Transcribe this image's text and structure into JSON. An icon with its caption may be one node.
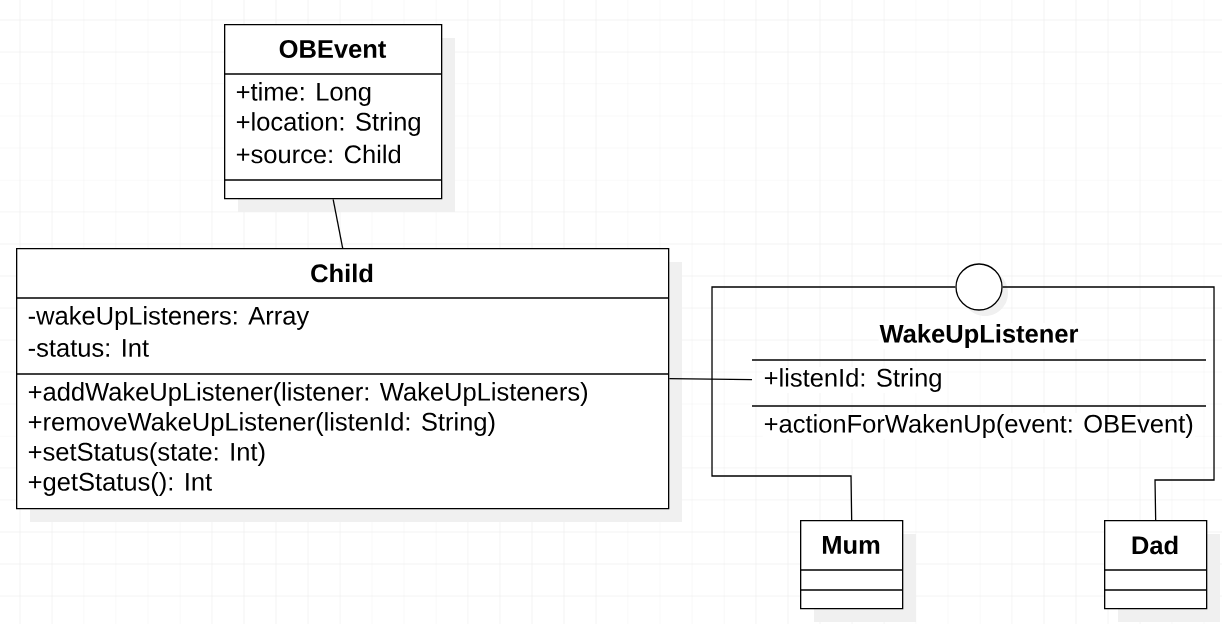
{
  "diagram": {
    "nodes": [
      {
        "text": [
          "OBEvent",
          "+time: Long",
          "+location: String",
          "+source: Child"
        ]
      },
      {
        "text": [
          "Child",
          "-wakeUpListeners: Array",
          "-status: Int",
          "+addWakeUpListener(listener: WakeUpListeners)",
          "+removeWakeUpListener(listenId: String)",
          "+setStatus(state: Int)",
          "+getStatus(): Int"
        ]
      },
      {
        "text": [],
        "shape": "circle"
      },
      {
        "text": [
          "WakeUpListener",
          "+listenId: String",
          "+actionForWakenUp(event: OBEvent)"
        ]
      },
      {
        "text": [
          "Mum"
        ]
      },
      {
        "text": [
          "Dad"
        ]
      }
    ],
    "edges": [
      {
        "from": 0,
        "to": 1,
        "arrow": "none"
      },
      {
        "from": 1,
        "to": 3,
        "arrow": "none"
      },
      {
        "from": 2,
        "to": 4,
        "arrow": "none"
      },
      {
        "from": 2,
        "to": 5,
        "arrow": "none"
      }
    ]
  }
}
